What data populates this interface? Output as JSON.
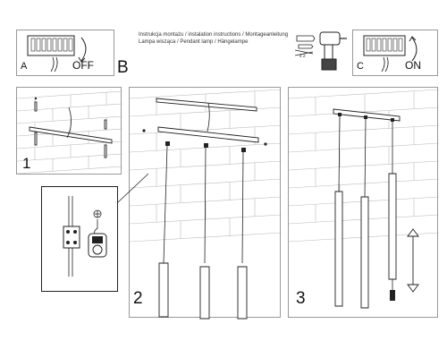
{
  "header": {
    "line1": "Instrukcja montażu / instalation instructions / Montageanleitung",
    "line2": "Lampa wisząca / Pendant lamp / Hängelampe"
  },
  "panel_a": {
    "letter": "A",
    "switch_label": "OFF"
  },
  "panel_b": {
    "letter": "B"
  },
  "panel_c": {
    "letter": "C",
    "switch_label": "ON"
  },
  "tools": {
    "anchor_count": "x 2"
  },
  "steps": [
    {
      "number": "1"
    },
    {
      "number": "2"
    },
    {
      "number": "3"
    }
  ],
  "colors": {
    "line": "#222222",
    "frame": "#999999",
    "brick": "#bbbbbb"
  }
}
